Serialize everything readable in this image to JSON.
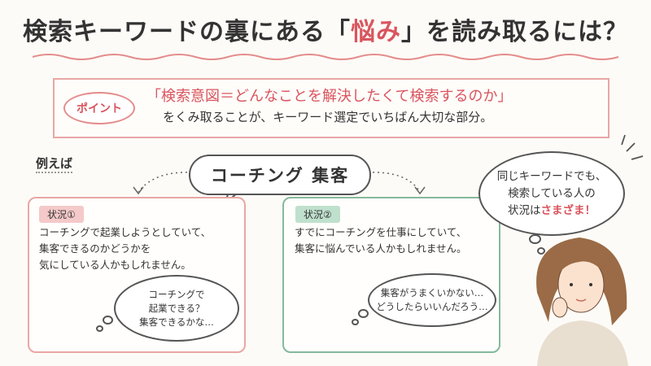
{
  "title": {
    "before": "検索キーワードの裏にある「",
    "highlight": "悩み",
    "after": "」を読み取るには？"
  },
  "point": {
    "badge": "ポイント",
    "line1": "「検索意図＝どんなことを解決したくて検索するのか」",
    "line2": "をくみ取ることが、キーワード選定でいちばん大切な部分。"
  },
  "example_label": "例えば",
  "keyword": "コーチング 集客",
  "cases": [
    {
      "tag": "状況①",
      "lines": [
        "コーチングで起業しようとしていて、",
        "集客できるのかどうかを",
        "気にしている人かもしれません。"
      ],
      "thought": [
        "コーチングで",
        "起業できる？",
        "集客できるかな…"
      ]
    },
    {
      "tag": "状況②",
      "lines": [
        "すでにコーチングを仕事にしていて、",
        "集客に悩んでいる人かもしれません。"
      ],
      "thought": [
        "集客がうまくいかない…",
        "どうしたらいいんだろう…"
      ]
    }
  ],
  "summary": {
    "line1": "同じキーワードでも、",
    "line2": "検索している人の",
    "line3_before": "状況は",
    "line3_highlight": "さまざま！"
  },
  "colors": {
    "accent_red": "#d9555e",
    "pink_border": "#e8a7a5",
    "green_border": "#84b99c"
  }
}
